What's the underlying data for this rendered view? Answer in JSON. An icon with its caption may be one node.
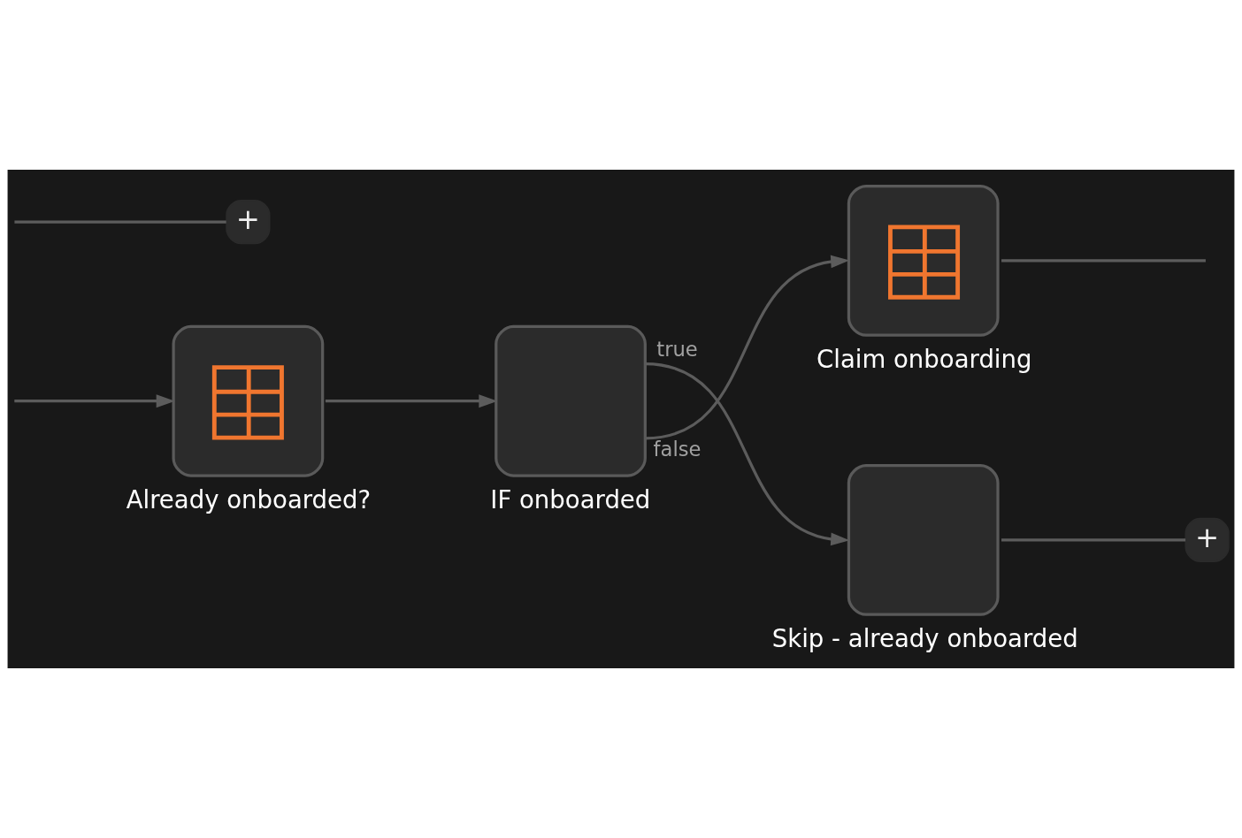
{
  "diagram": {
    "nodes": [
      {
        "text": [
          "Already onboarded?"
        ]
      },
      {
        "text": [
          "IF onboarded"
        ]
      },
      {
        "text": [
          "Claim onboarding"
        ]
      },
      {
        "text": [
          "Skip - already onboarded"
        ]
      },
      {
        "text": [
          "+"
        ]
      },
      {
        "text": [
          "+"
        ]
      }
    ],
    "edges": [
      {
        "from": null,
        "to": 0,
        "arrow": "to"
      },
      {
        "from": null,
        "to": 4,
        "arrow": "none"
      },
      {
        "from": 0,
        "to": 1,
        "arrow": "to"
      },
      {
        "from": 1,
        "to": 2,
        "arrow": "to",
        "label": "false"
      },
      {
        "from": 1,
        "to": 3,
        "arrow": "to",
        "label": "true"
      },
      {
        "from": 2,
        "to": null,
        "arrow": "none"
      },
      {
        "from": 3,
        "to": 5,
        "arrow": "none"
      }
    ]
  }
}
